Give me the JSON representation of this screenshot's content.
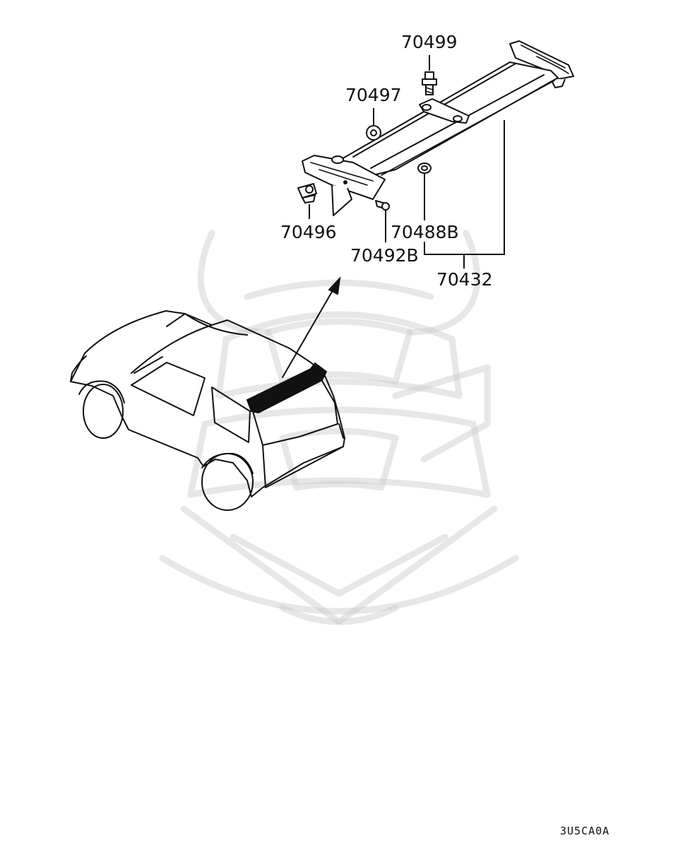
{
  "diagram": {
    "part_numbers": {
      "p70499": "70499",
      "p70497": "70497",
      "p70496": "70496",
      "p70488b": "70488B",
      "p70492b": "70492B",
      "p70432": "70432"
    },
    "diagram_code": "3U5CA0A"
  },
  "colors": {
    "line": "#111111",
    "background": "#ffffff",
    "watermark": "#c9c9c9"
  }
}
